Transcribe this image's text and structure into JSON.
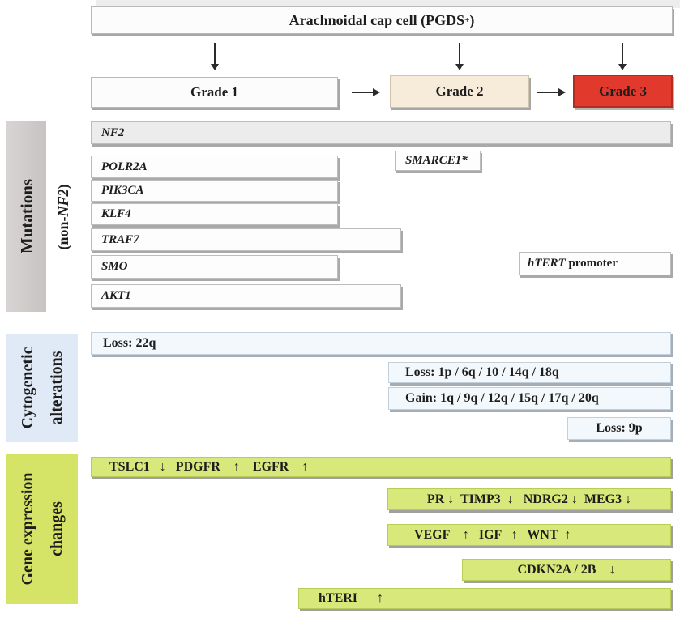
{
  "header": {
    "title_prefix": "Arachnoidal cap cell (PGDS",
    "title_sup": "+",
    "title_suffix": ")",
    "grades": [
      "Grade 1",
      "Grade 2",
      "Grade 3"
    ]
  },
  "mutations": {
    "label": "Mutations",
    "sublabel_prefix": "(non-",
    "sublabel_gene": "NF2",
    "sublabel_suffix": ")",
    "genes": {
      "nf2": "NF2",
      "polr2a": "POLR2A",
      "pik3ca": "PIK3CA",
      "klf4": "KLF4",
      "traf7": "TRAF7",
      "smo": "SMO",
      "akt1": "AKT1",
      "smarce1": "SMARCE1*",
      "htert_gene": "hTERT",
      "htert_rest": " promoter"
    }
  },
  "cytogenetics": {
    "label_line1": "Cytogenetic",
    "label_line2": "alterations",
    "bars": {
      "loss_22q": "Loss: 22q",
      "loss_multi": "Loss: 1p / 6q / 10 / 14q / 18q",
      "gain_multi": "Gain: 1q / 9q / 12q / 15q / 17q / 20q",
      "loss_9p": "Loss: 9p"
    }
  },
  "expression": {
    "label_line1": "Gene expression",
    "label_line2": "changes",
    "rows": {
      "row1": "TSLC1   ↓   PDGFR    ↑    EGFR    ↑",
      "row2": "PR ↓  TIMP3  ↓   NDRG2 ↓  MEG3 ↓",
      "row3": "VEGF    ↑   IGF   ↑   WNT  ↑",
      "row4": "CDKN2A / 2B    ↓",
      "row5": "hTERI      ↑"
    }
  },
  "colors": {
    "grade2_bg": "#f7ecda",
    "grade3_bg": "#e13a2c",
    "mutations_label_bg": "#cfcbcb",
    "cytogenetics_label_bg": "#dfeaf6",
    "expression_label_bg": "#d5e466",
    "expression_bar_bg": "#d9e87a",
    "cytogenetic_bar_bg": "#f3f8fc"
  }
}
